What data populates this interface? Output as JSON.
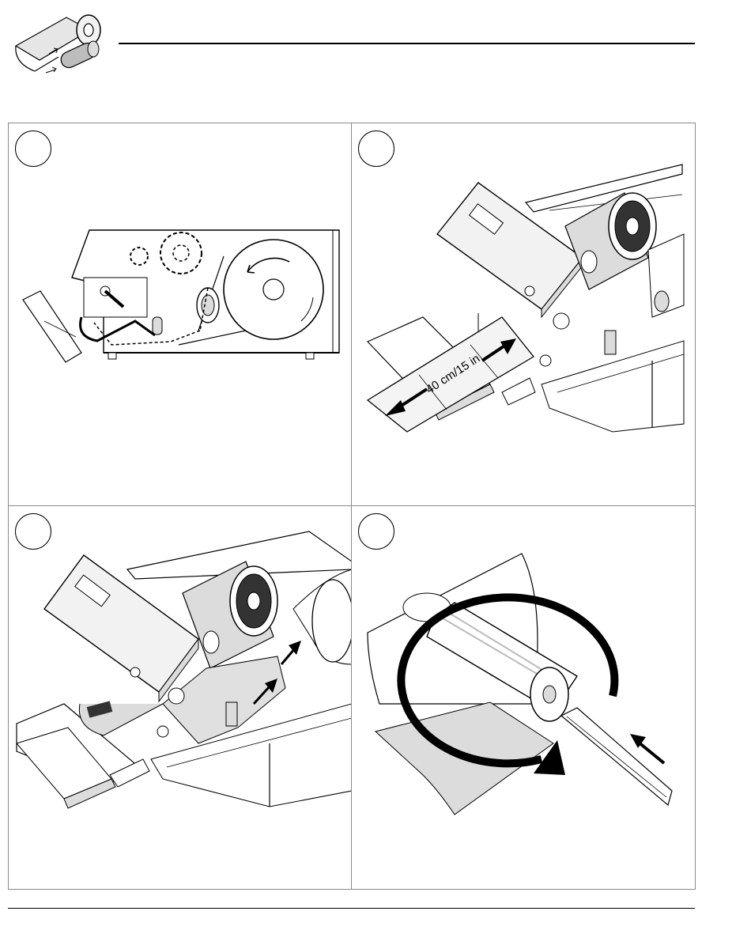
{
  "header": {
    "icon": "ribbon-roll-icon"
  },
  "panels": [
    {
      "step": "",
      "illustration": "printer-side-view-paper-path"
    },
    {
      "step": "",
      "illustration": "unroll-ribbon-length",
      "measurement_label": "40 cm/15 in"
    },
    {
      "step": "",
      "illustration": "thread-ribbon-under-printhead"
    },
    {
      "step": "",
      "illustration": "wind-ribbon-onto-core"
    }
  ],
  "colors": {
    "line": "#000000",
    "panel_border": "#8a8a8a",
    "shade": "#dcdcdc",
    "shade_dark": "#c8c8c8"
  }
}
